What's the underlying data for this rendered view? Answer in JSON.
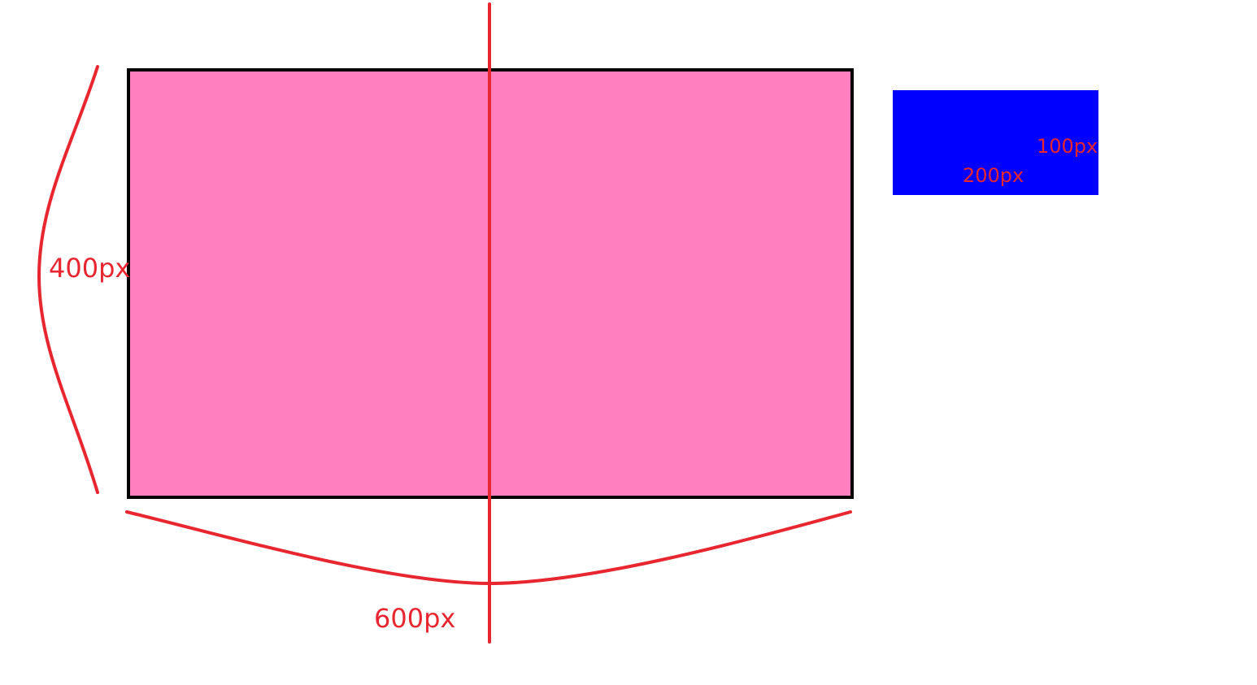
{
  "colors": {
    "pink_fill": "#ff7fbf",
    "blue_fill": "#0000ff",
    "annotation_red": "#e8262f",
    "border_black": "#000000"
  },
  "labels": {
    "height_large": "400px",
    "width_large": "600px",
    "height_small": "100px",
    "width_small": "200px"
  }
}
